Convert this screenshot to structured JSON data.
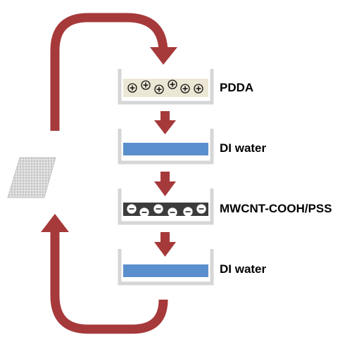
{
  "colors": {
    "arrow": "#a6393a",
    "container": "#d6d6d6",
    "pdda_solution": "#ece6d4",
    "water": "#5a8fcd",
    "mwcnt_solution": "#3c3c3c",
    "substrate": "#d3d3d3"
  },
  "steps": [
    {
      "label": "PDDA",
      "content": "polycation",
      "ion_sign": "+"
    },
    {
      "label": "DI water",
      "content": "water"
    },
    {
      "label": "MWCNT-COOH/PSS",
      "content": "polyanion",
      "ion_sign": "−"
    },
    {
      "label": "DI water",
      "content": "water"
    }
  ]
}
